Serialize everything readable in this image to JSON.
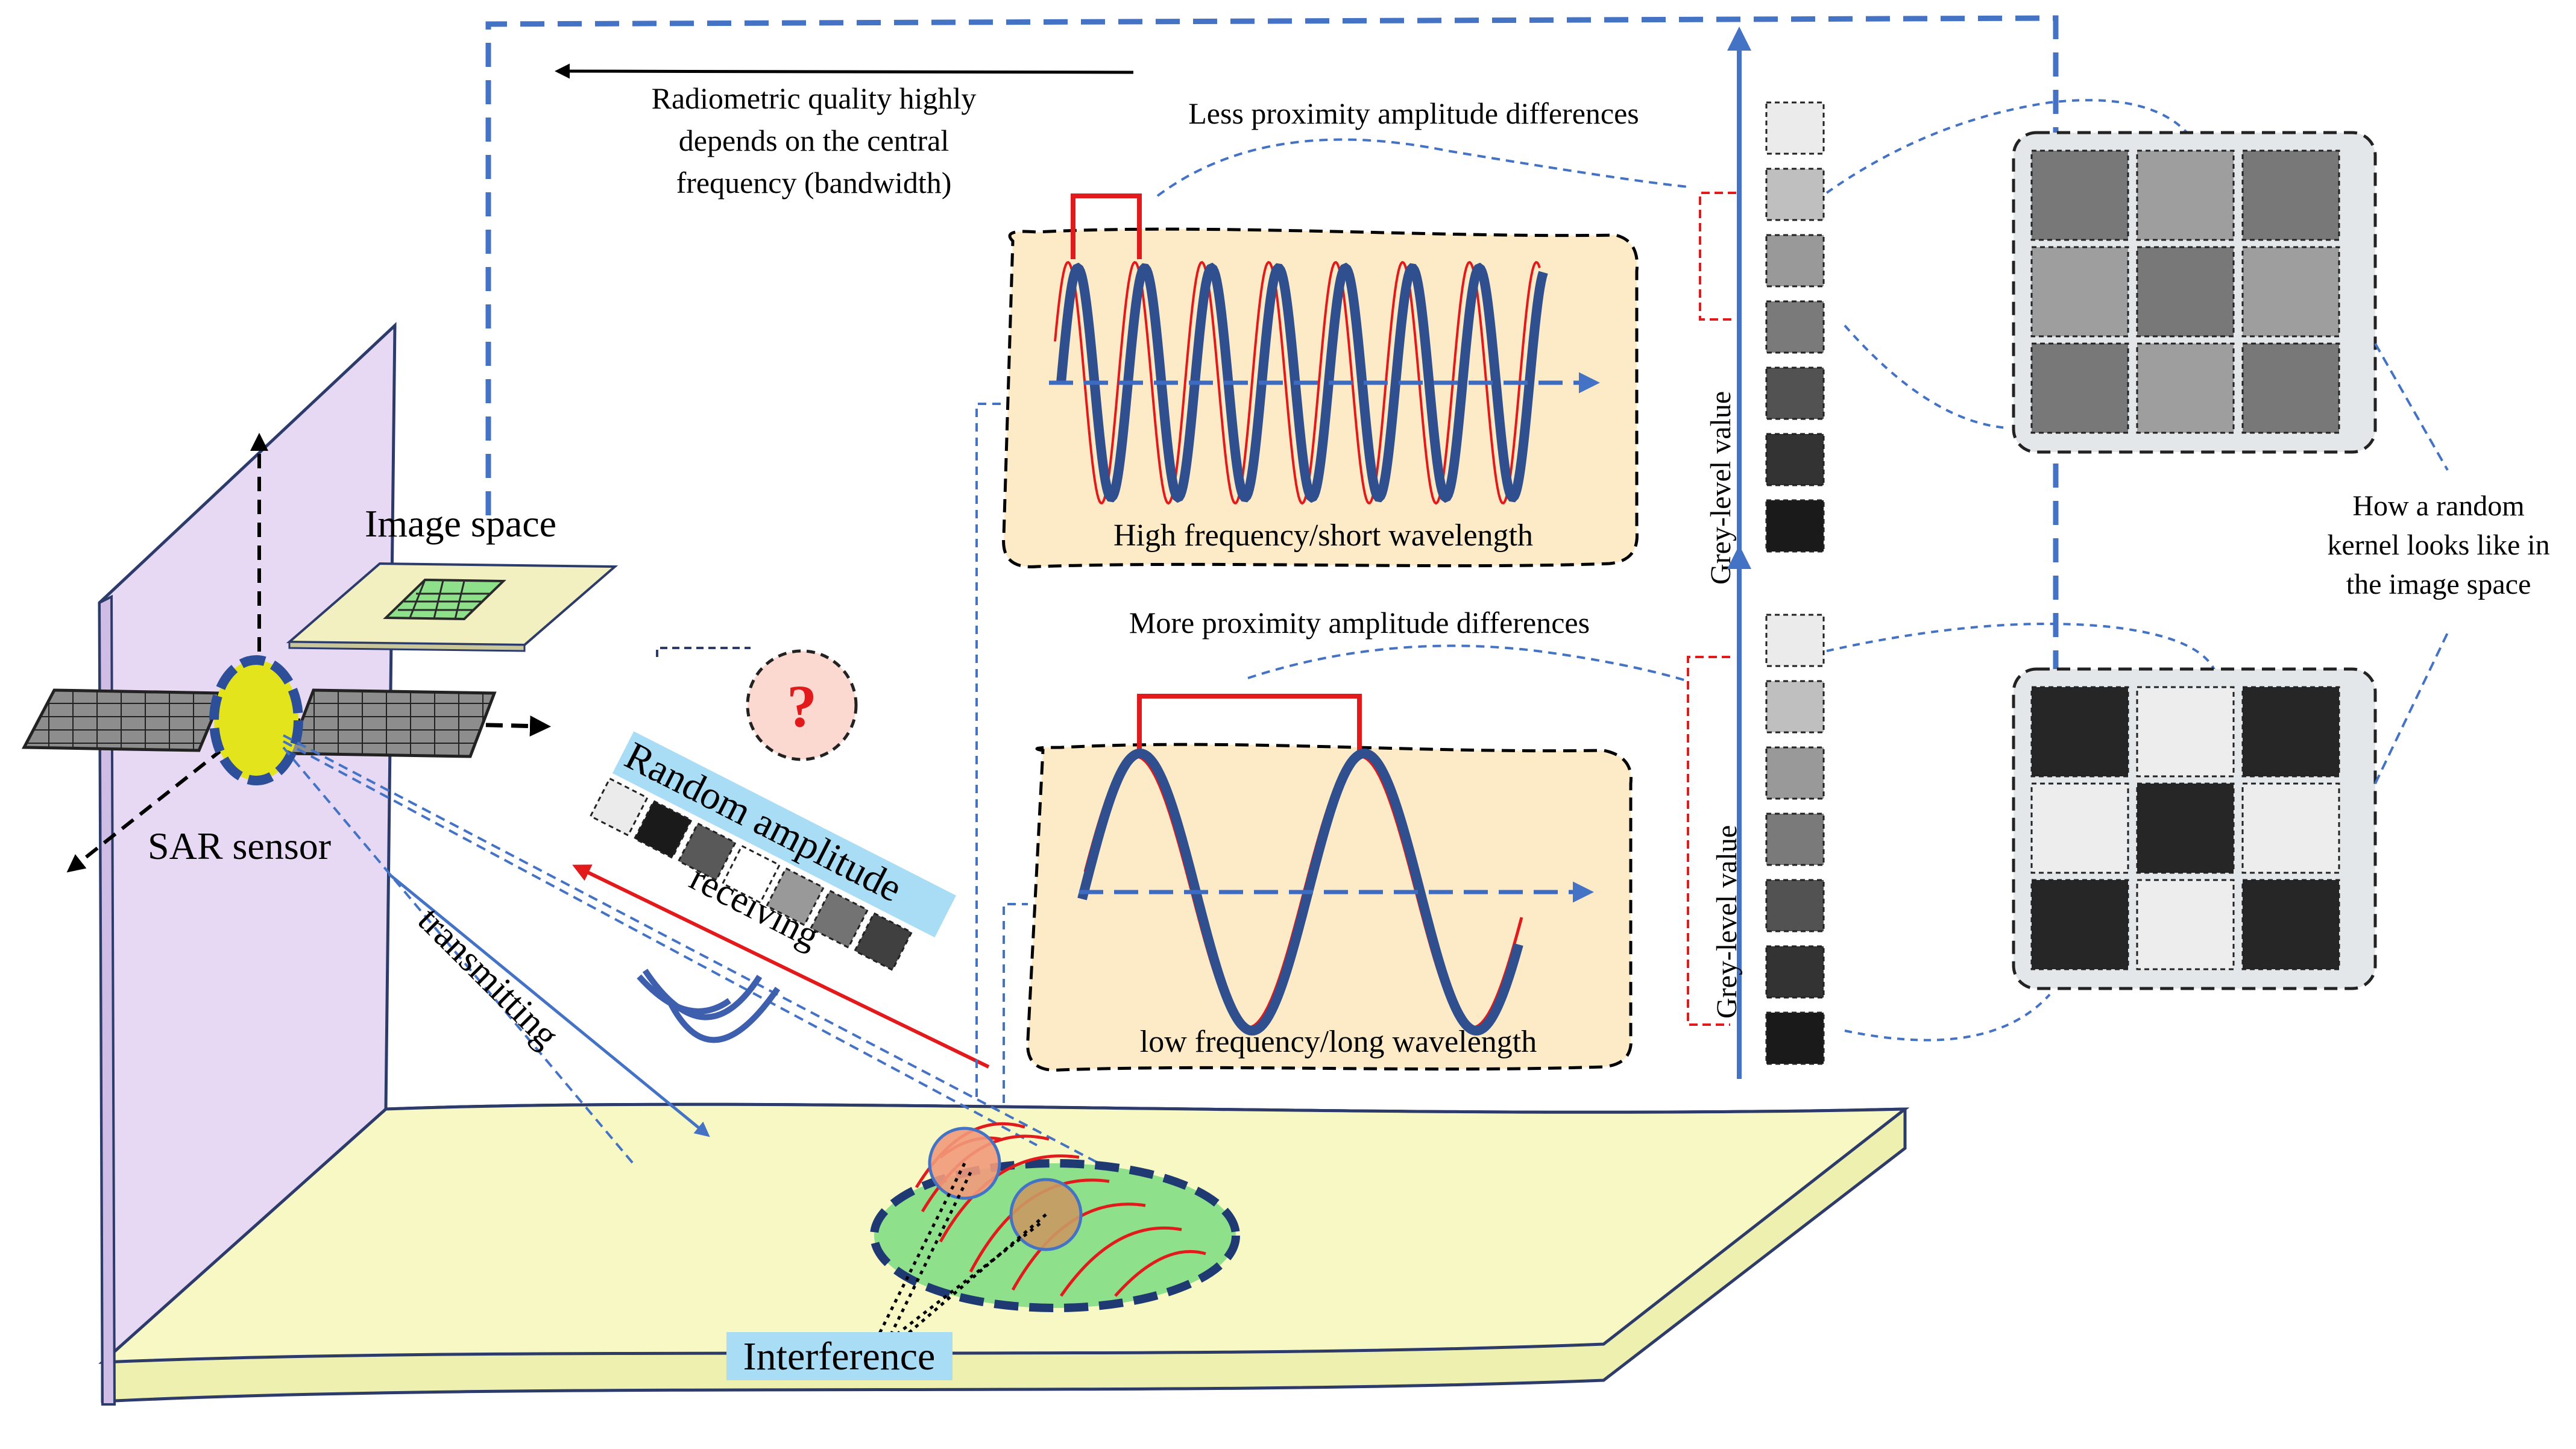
{
  "labels": {
    "image_space": "Image space",
    "sar_sensor": "SAR sensor",
    "transmitting": "transmitting",
    "receiving": "receiving",
    "random_amplitude": "Random amplitude",
    "question_mark": "?",
    "interference": "Interference",
    "radiometric_line1": "Radiometric quality highly",
    "radiometric_line2": "depends on the central",
    "radiometric_line3": "frequency (bandwidth)",
    "less_proximity": "Less proximity amplitude differences",
    "more_proximity": "More proximity amplitude differences",
    "high_freq": "High frequency/short wavelength",
    "low_freq": "low frequency/long wavelength",
    "grey_level_top": "Grey-level value",
    "grey_level_bottom": "Grey-level value",
    "kernel_line1": "How a random",
    "kernel_line2": "kernel looks like in",
    "kernel_line3": "the image space"
  },
  "colors": {
    "accent_blue": "#4472c4",
    "wave_blue": "#2f4f8f",
    "signal_red": "#e31a1c",
    "ground_yellow": "#f7f8c4",
    "wall_purple": "#e7d9f3",
    "panel_tan": "#fdebc8",
    "label_highlight": "#a9dcf5",
    "footprint_green": "#a6e3a0"
  },
  "greyscale_bar_levels": [
    0.92,
    0.75,
    0.6,
    0.48,
    0.32,
    0.2,
    0.1
  ],
  "random_amplitude_levels": [
    0.92,
    0.1,
    0.35,
    1.0,
    0.6,
    0.45,
    0.25
  ],
  "kernel_top": [
    [
      0.47,
      0.62,
      0.47
    ],
    [
      0.62,
      0.47,
      0.62
    ],
    [
      0.47,
      0.62,
      0.47
    ]
  ],
  "kernel_bottom": [
    [
      0.15,
      0.93,
      0.15
    ],
    [
      0.93,
      0.15,
      0.93
    ],
    [
      0.15,
      0.93,
      0.15
    ]
  ]
}
